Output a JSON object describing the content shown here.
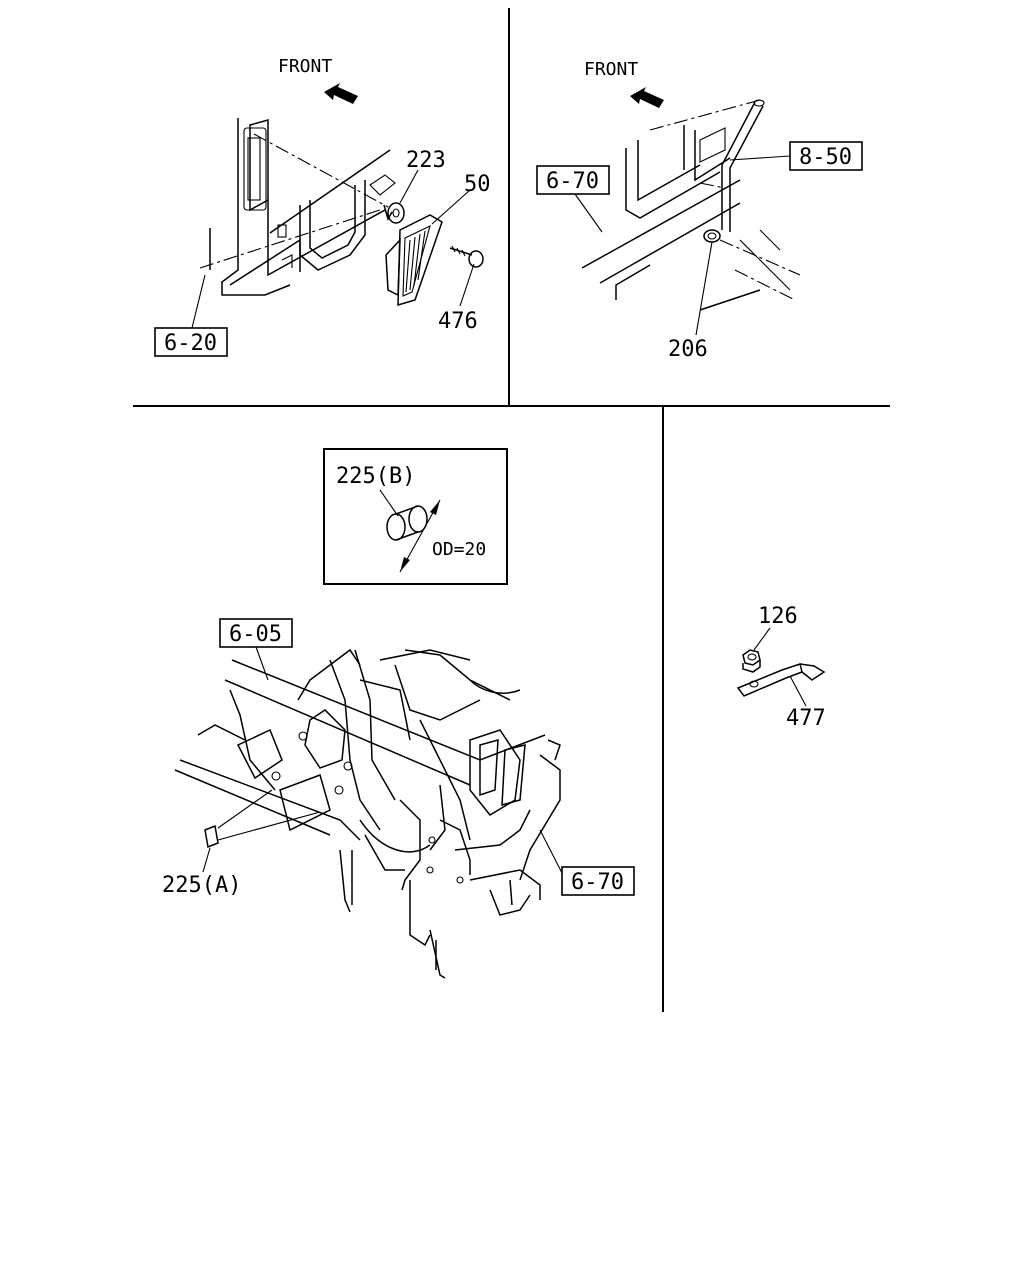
{
  "panels": {
    "top_left": {
      "front_label": "FRONT",
      "ref_box": "6-20",
      "callouts": {
        "a": "223",
        "b": "50",
        "c": "476"
      }
    },
    "top_right": {
      "front_label": "FRONT",
      "ref_box_left": "6-70",
      "ref_box_right": "8-50",
      "callouts": {
        "a": "206"
      }
    },
    "bottom_left": {
      "detail": {
        "label": "225(B)",
        "dimension": "OD=20"
      },
      "ref_box_top": "6-05",
      "ref_box_bottom": "6-70",
      "callouts": {
        "a": "225(A)"
      }
    },
    "bottom_right": {
      "callouts": {
        "a": "126",
        "b": "477"
      }
    }
  }
}
